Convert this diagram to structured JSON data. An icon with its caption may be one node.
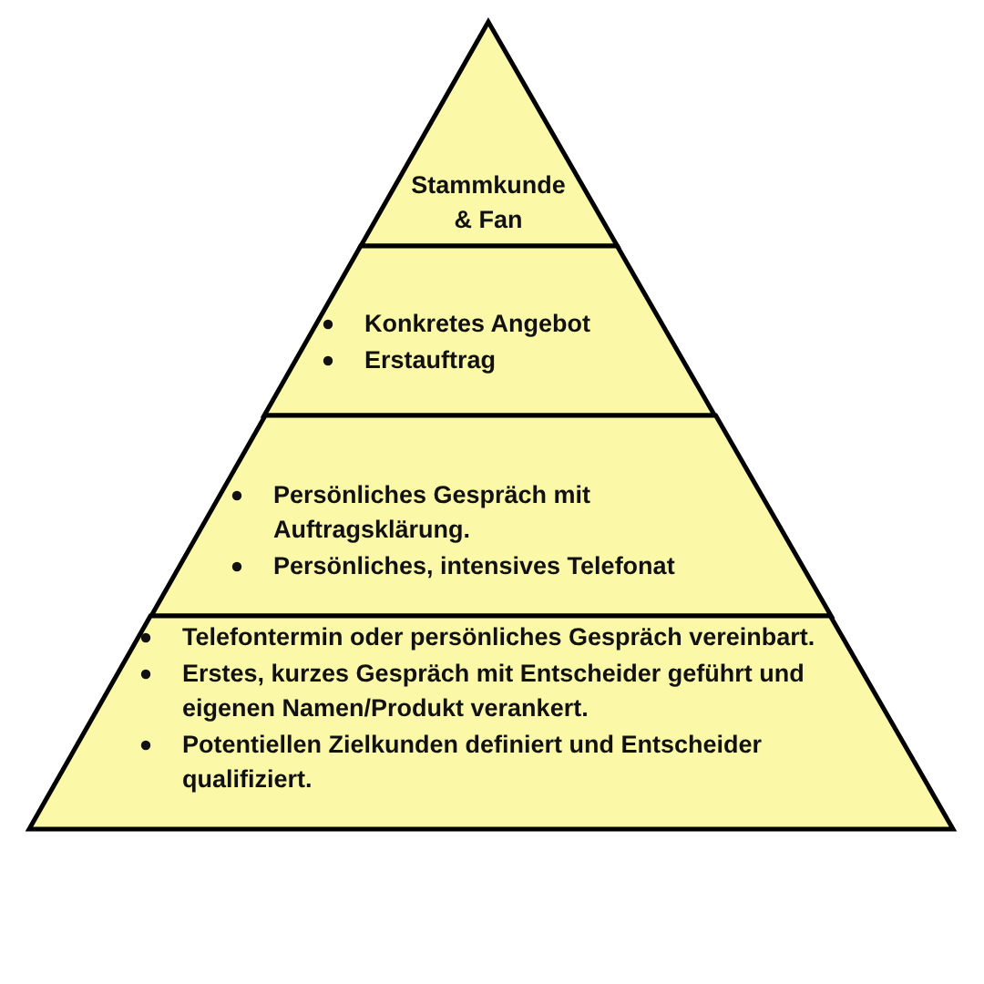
{
  "diagram": {
    "nodes": [
      {
        "text": [
          "Stammkunde & Fan"
        ]
      },
      {
        "text": [
          "Konkretes Angebot",
          "Erstauftrag"
        ]
      },
      {
        "text": [
          "Persönliches Gespräch mit Auftragsklärung.",
          "Persönliches, intensives Telefonat"
        ]
      },
      {
        "text": [
          "Telefontermin oder persönliches Gespräch vereinbart.",
          "Erstes, kurzes Gespräch mit Entscheider geführt und eigenen Namen/Produkt verankert.",
          "Potentiellen Zielkunden definiert und Entscheider qualifiziert."
        ]
      }
    ]
  }
}
